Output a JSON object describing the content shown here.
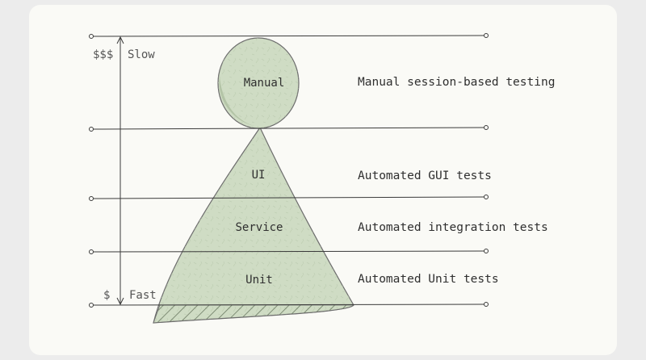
{
  "axis": {
    "top_cost": "$$$",
    "top_speed": "Slow",
    "bottom_cost": "$",
    "bottom_speed": "Fast"
  },
  "layers": [
    {
      "name": "Manual",
      "description": "Manual session-based testing"
    },
    {
      "name": "UI",
      "description": "Automated GUI tests"
    },
    {
      "name": "Service",
      "description": "Automated integration tests"
    },
    {
      "name": "Unit",
      "description": "Automated Unit tests"
    }
  ],
  "colors": {
    "fill": "#cfdcc4",
    "stroke": "#6d6d6d",
    "line": "#3a3a3a",
    "card": "#fafaf6",
    "background": "#ececec"
  }
}
